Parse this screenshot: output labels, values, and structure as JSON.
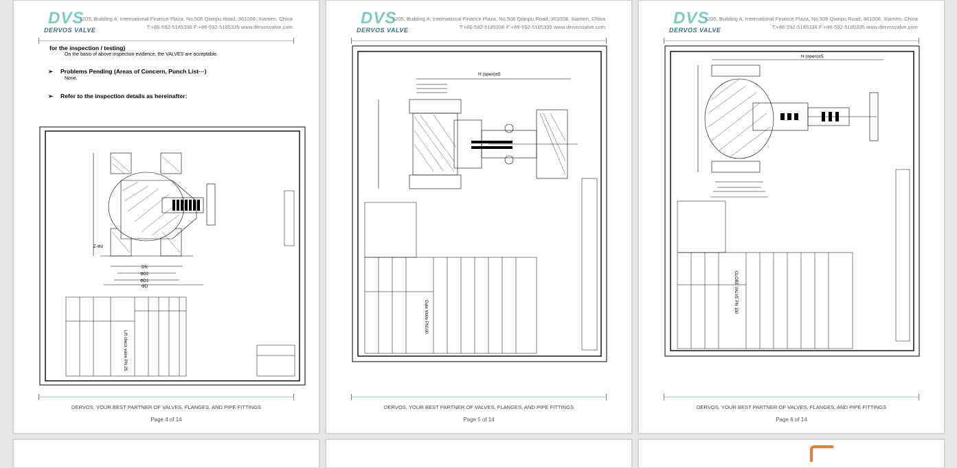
{
  "brand": {
    "logo_mark": "DVS",
    "logo_sub": "DERVOS VALVE"
  },
  "header": {
    "address": "1205, Building A, International Finance Plaza, No.506 Qianpu Road, 361008, Xiamen, China",
    "contact": "T:+86-592-5185336   F:+86-592-5185335   www.dervosvalve.com"
  },
  "footer": {
    "slogan": "DERVOS, YOUR BEST PARTNER OF VALVES, FLANGES, AND PIPE FITTINGS"
  },
  "pages": [
    {
      "number_label": "Page 4 of 14",
      "lines": {
        "inspection_head": "for the inspection / testing)",
        "inspection_body": "On the basis of above inspection evidence, the VALVES are acceptable.",
        "problems_head": "Problems Pending (Areas of Concern, Punch List···)",
        "problems_body": "None.",
        "refer_head": "Refer to the inspection details as hereinafter:"
      },
      "bullet": "➢",
      "drawing_title": "Lift check valve PN 25"
    },
    {
      "number_label": "Page 5 of 14",
      "drawing_title": "Gate Valve PN100",
      "drawing_dim": "H (open)±5"
    },
    {
      "number_label": "Page 6 of 14",
      "drawing_title": "GLOBE VALVE PN 100",
      "drawing_dim": "H (open)±5"
    }
  ],
  "colors": {
    "accent": "#7ecac0",
    "brand_dark": "#3a6f8a",
    "background": "#e6e6e6"
  }
}
